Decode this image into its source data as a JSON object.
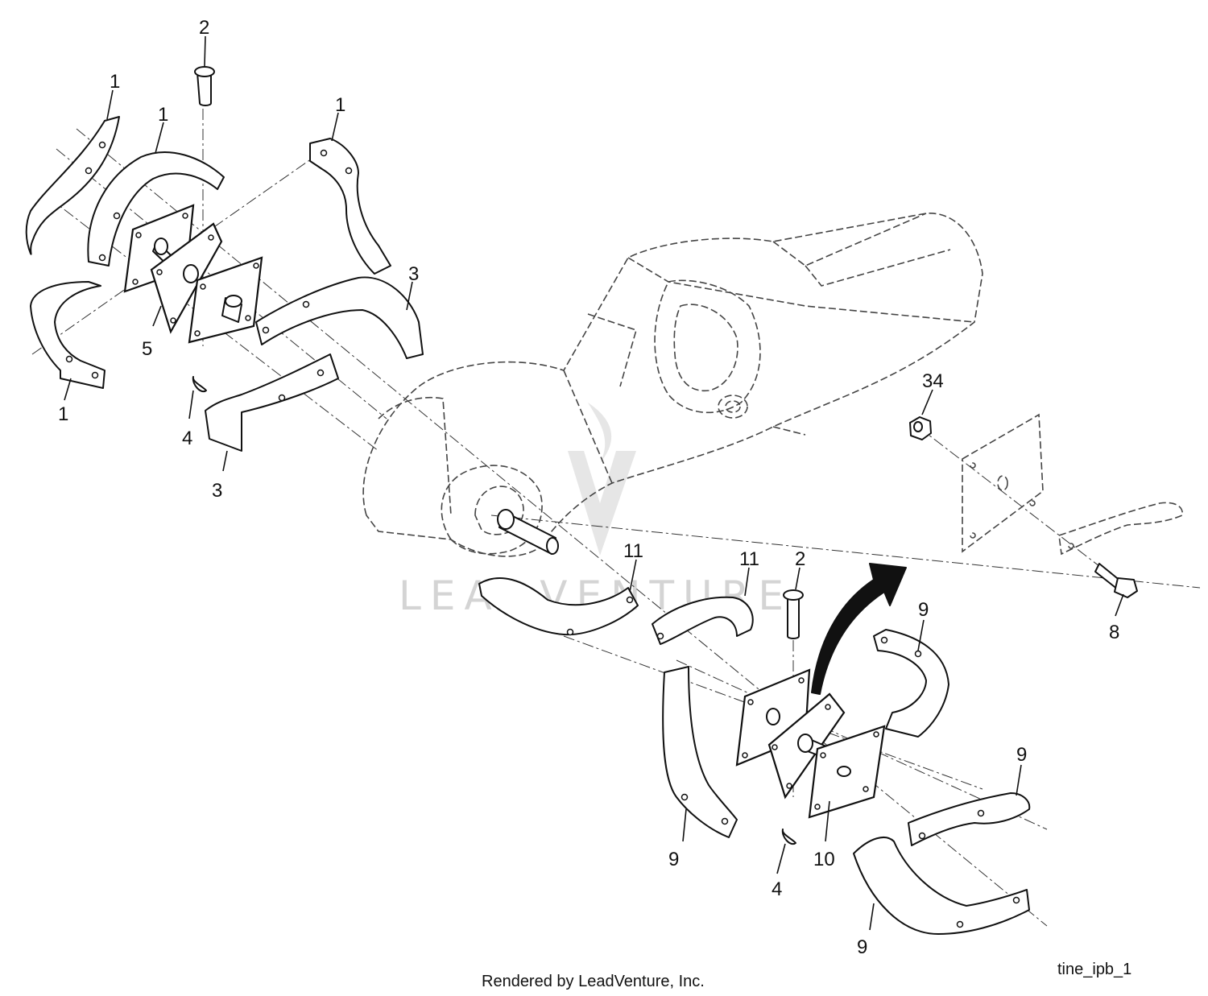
{
  "diagram": {
    "drawing_id": "tine_ipb_1",
    "credit": "Rendered by LeadVenture, Inc.",
    "watermark": "LEADVENTURE",
    "callouts": {
      "c1a": "1",
      "c1b": "1",
      "c1c": "1",
      "c1d": "1",
      "c2a": "2",
      "c2b": "2",
      "c3a": "3",
      "c3b": "3",
      "c4a": "4",
      "c4b": "4",
      "c5": "5",
      "c8": "8",
      "c9a": "9",
      "c9b": "9",
      "c9c": "9",
      "c9d": "9",
      "c10": "10",
      "c11a": "11",
      "c11b": "11",
      "c34": "34"
    }
  }
}
